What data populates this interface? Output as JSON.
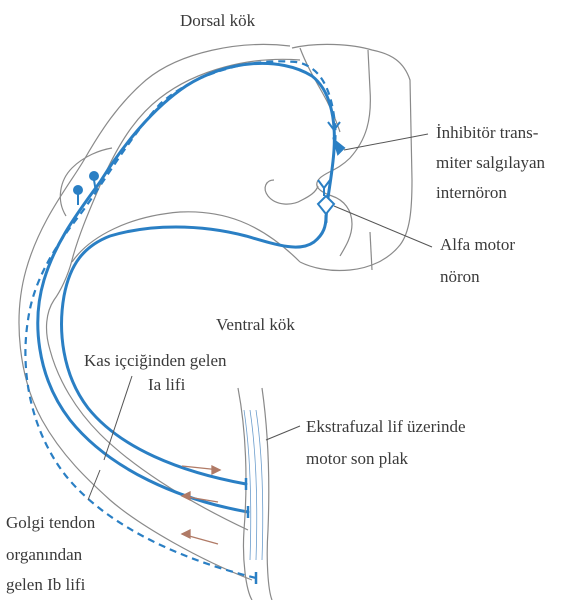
{
  "labels": {
    "dorsal_root": "Dorsal kök",
    "ventral_root": "Ventral kök",
    "interneuron_line1": "İnhibitör trans-",
    "interneuron_line2": "miter salgılayan",
    "interneuron_line3": "internöron",
    "alpha_line1": "Alfa motor",
    "alpha_line2": "nöron",
    "ia_line1": "Kas içciğinden gelen",
    "ia_line2": "Ia lifi",
    "endplate_line1": "Ekstrafuzal lif üzerinde",
    "endplate_line2": "motor son plak",
    "ib_line1": "Golgi tendon",
    "ib_line2": "organından",
    "ib_line3": "gelen Ib lifi"
  },
  "colors": {
    "nerve": "#2a7fc4",
    "outline": "#8a8a8a",
    "text": "#3a3a3a",
    "arrow": "#b07a66"
  }
}
